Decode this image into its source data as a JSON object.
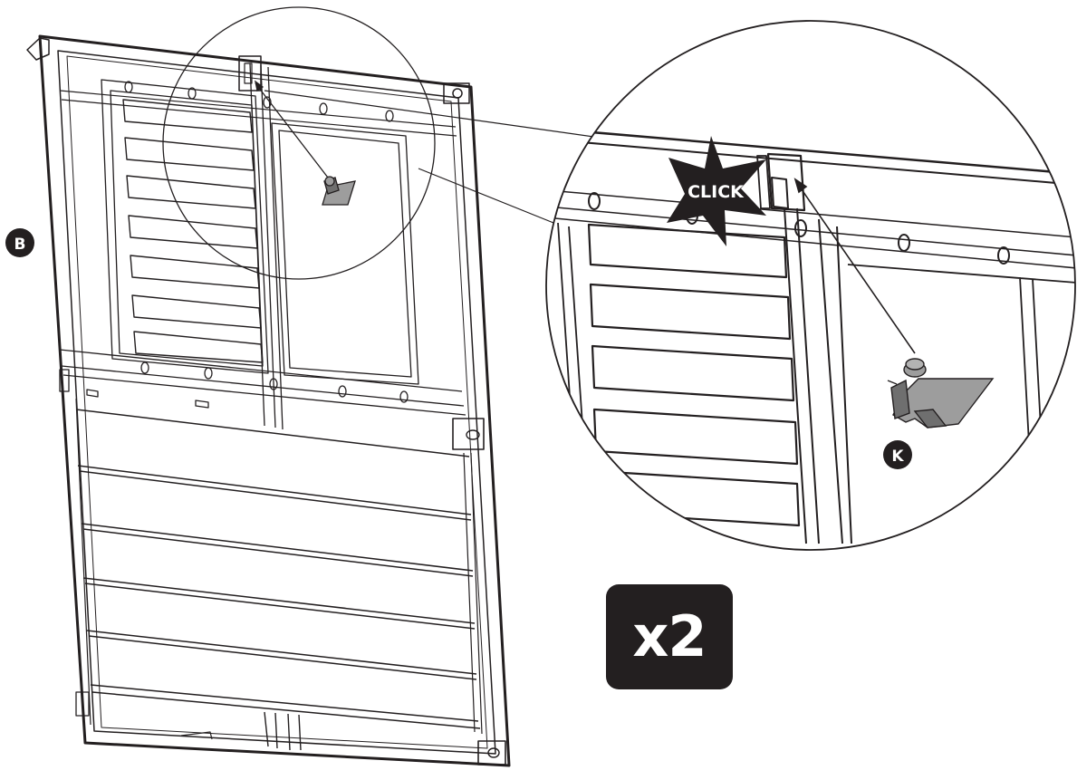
{
  "callouts": {
    "panel_label": "B",
    "part_label": "K",
    "action_text": "CLICK"
  },
  "quantity": {
    "label": "x2"
  },
  "colors": {
    "ink": "#231f20",
    "part_fill": "#9d9d9d",
    "part_shadow": "#6f6f6f",
    "background": "#ffffff"
  }
}
